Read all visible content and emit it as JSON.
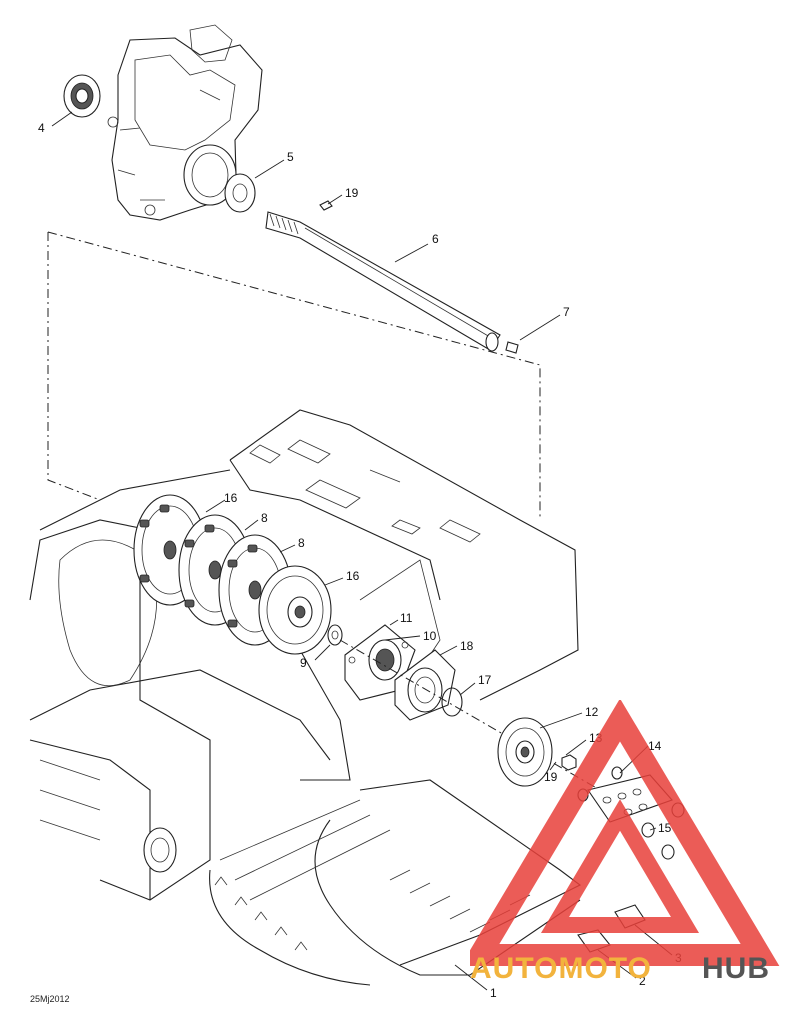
{
  "diagram": {
    "code": "25Mj2012",
    "callouts": [
      {
        "id": "c1",
        "label": "1"
      },
      {
        "id": "c2",
        "label": "2"
      },
      {
        "id": "c3",
        "label": "3"
      },
      {
        "id": "c4",
        "label": "4"
      },
      {
        "id": "c5",
        "label": "5"
      },
      {
        "id": "c6",
        "label": "6"
      },
      {
        "id": "c7",
        "label": "7"
      },
      {
        "id": "c8a",
        "label": "8"
      },
      {
        "id": "c8b",
        "label": "8"
      },
      {
        "id": "c9",
        "label": "9"
      },
      {
        "id": "c10",
        "label": "10"
      },
      {
        "id": "c11",
        "label": "11"
      },
      {
        "id": "c12",
        "label": "12"
      },
      {
        "id": "c13",
        "label": "13"
      },
      {
        "id": "c14",
        "label": "14"
      },
      {
        "id": "c15",
        "label": "15"
      },
      {
        "id": "c16a",
        "label": "16"
      },
      {
        "id": "c16b",
        "label": "16"
      },
      {
        "id": "c17",
        "label": "17"
      },
      {
        "id": "c18",
        "label": "18"
      },
      {
        "id": "c19a",
        "label": "19"
      },
      {
        "id": "c19b",
        "label": "19"
      }
    ]
  },
  "watermark": {
    "text_part1": "AUTOMOTO",
    "text_part2": "HUB",
    "color_primary": "#e8403a",
    "color_secondary": "#f2b33d",
    "color_hub": "#555555"
  }
}
